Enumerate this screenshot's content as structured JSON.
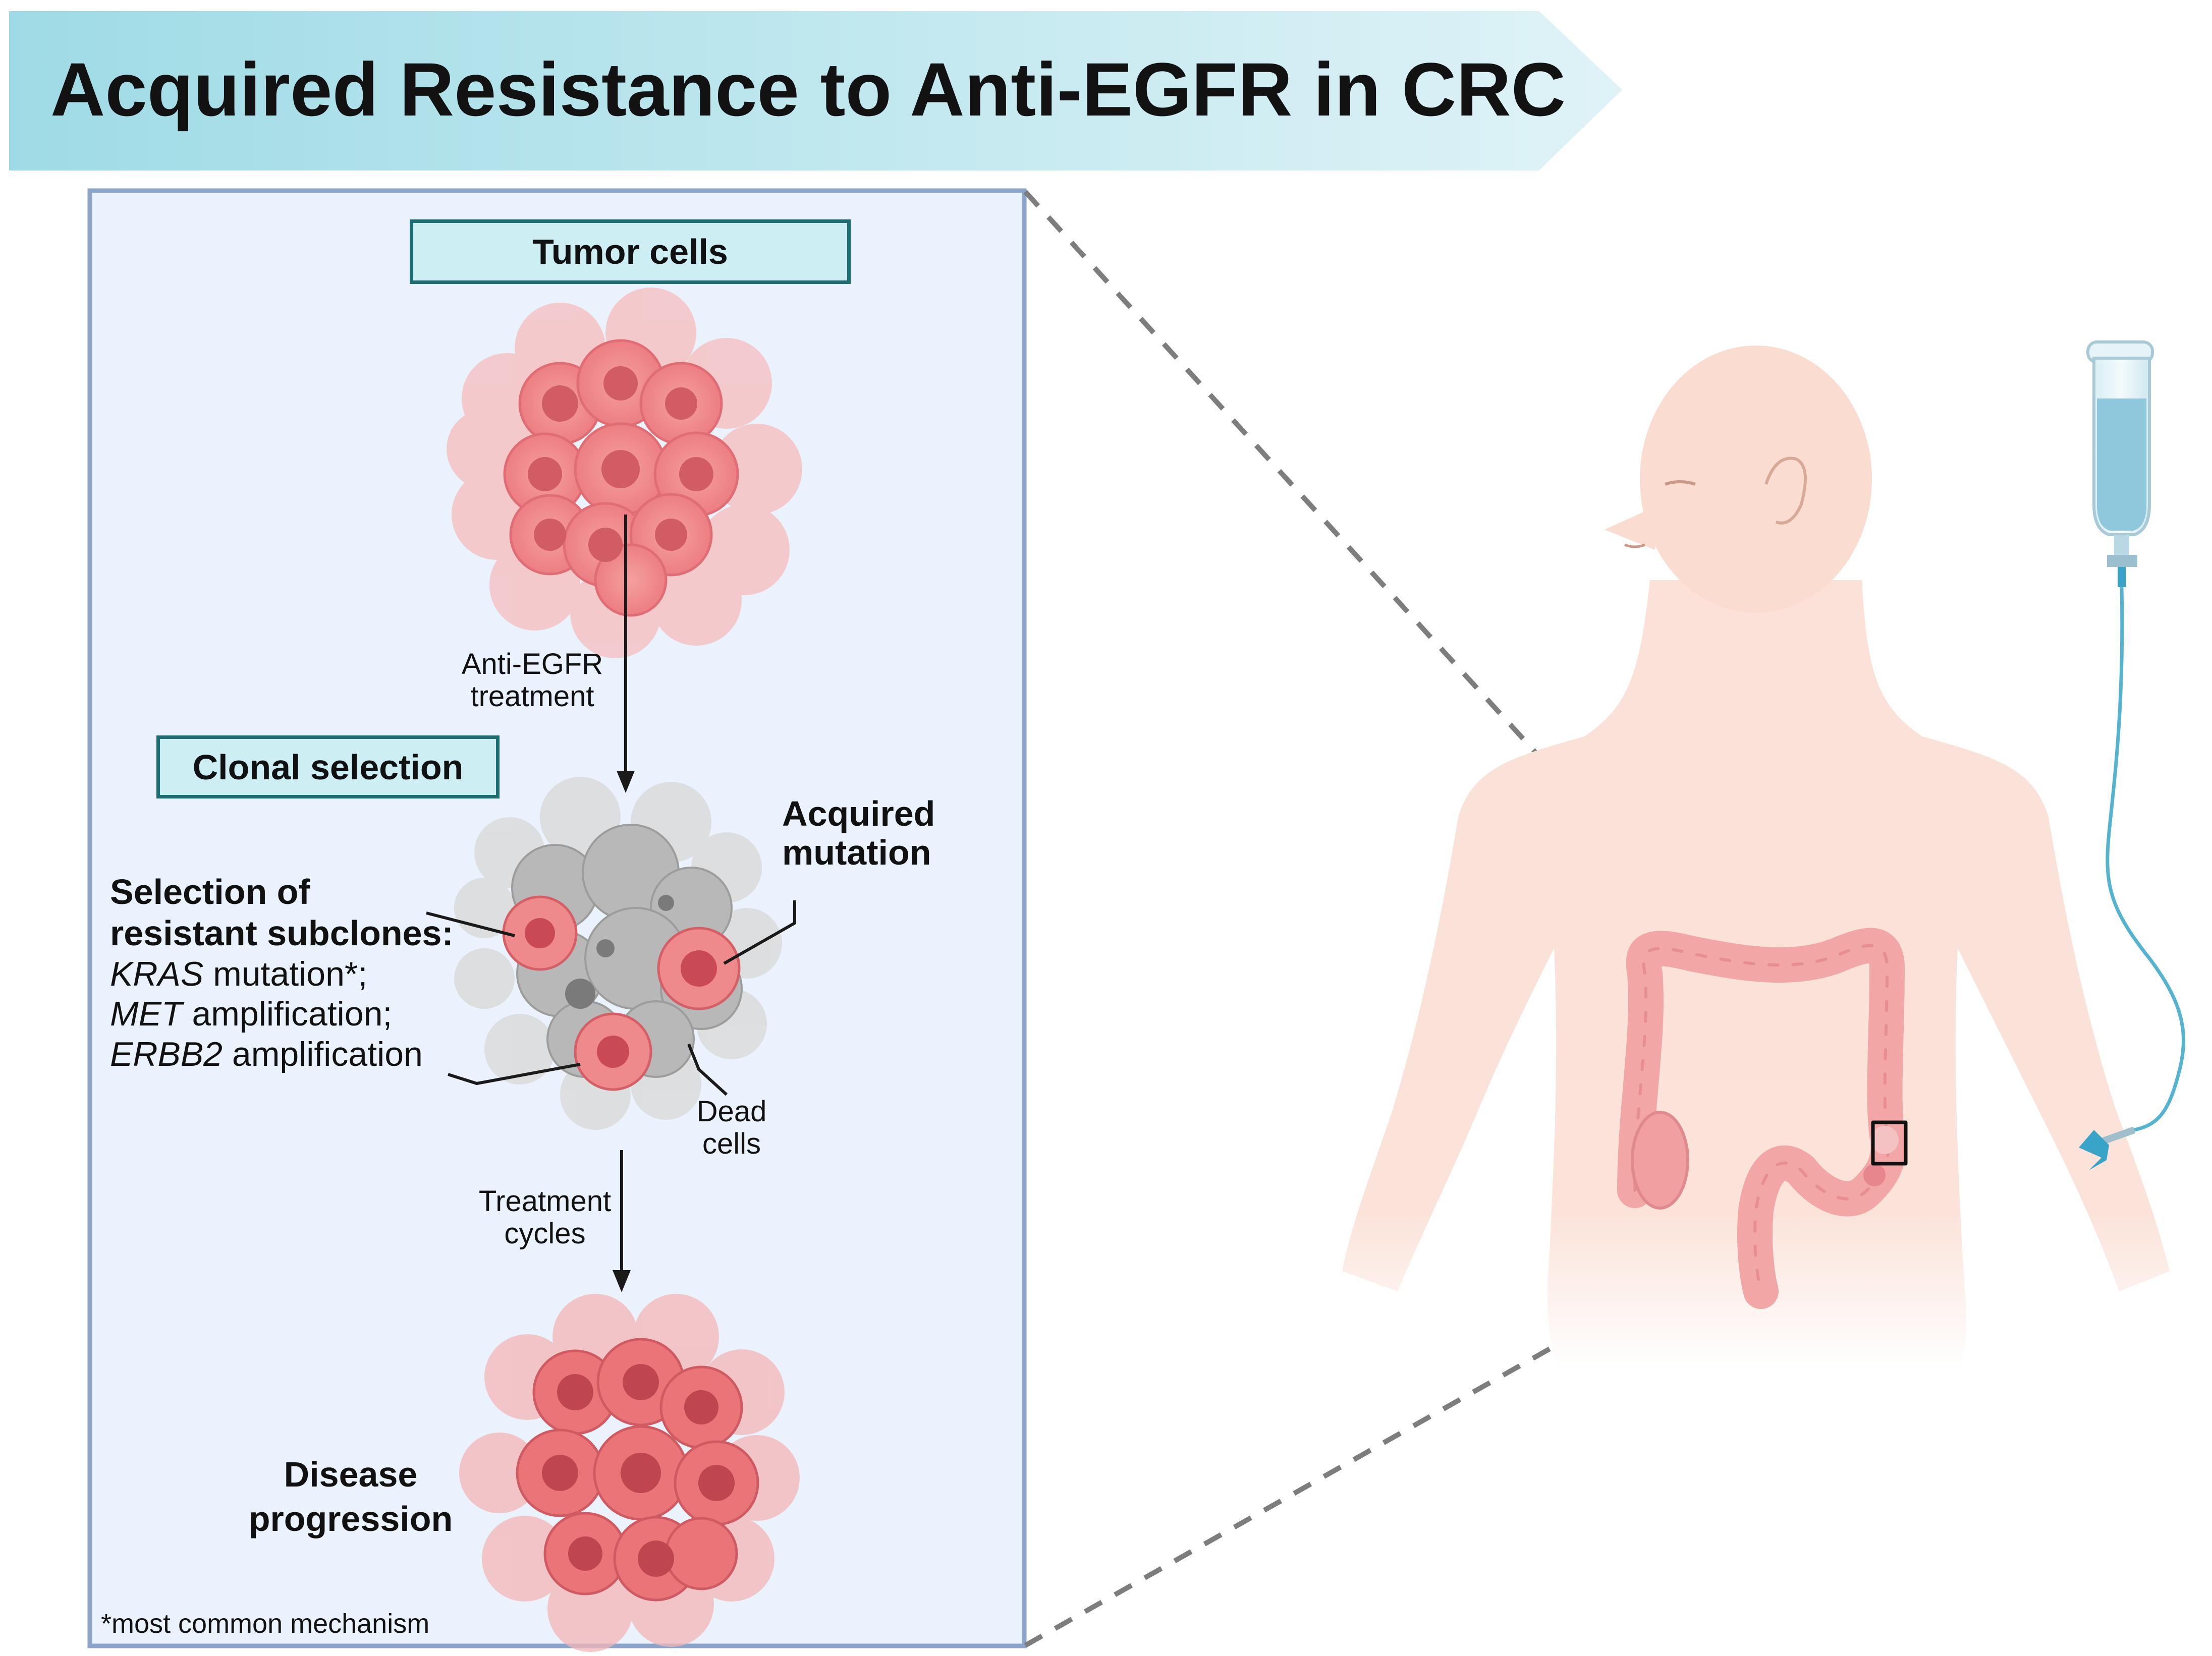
{
  "title": "Acquired Resistance to Anti-EGFR in CRC",
  "labels": {
    "tumor_cells": "Tumor cells",
    "clonal_selection": "Clonal selection",
    "anti_egfr_line1": "Anti-EGFR",
    "anti_egfr_line2": "treatment",
    "acquired_line1": "Acquired",
    "acquired_line2": "mutation",
    "selection_line1": "Selection of",
    "selection_line2": "resistant subclones:",
    "kras_gene": "KRAS",
    "kras_text": " mutation*;",
    "met_gene": "MET",
    "met_text": " amplification;",
    "erbb2_gene": "ERBB2",
    "erbb2_text": " amplification",
    "dead_line1": "Dead",
    "dead_line2": "cells",
    "treatment_line1": "Treatment",
    "treatment_line2": "cycles",
    "disease_line1": "Disease",
    "disease_line2": "progression",
    "footnote": "*most common mechanism"
  },
  "colors": {
    "banner": "#bfe6ee",
    "panel_bg": "#eaf3fd",
    "panel_border": "#8aa4cc",
    "box_fill": "#cdeef3",
    "box_border": "#1d6e72",
    "tumor": "#f08c8c",
    "tumor_nucleus": "#d25c64",
    "dead_cell": "#c4c4c4",
    "skin": "#fbe0d6",
    "colon": "#f2a9a9",
    "iv_fluid": "#8fc7dc"
  },
  "icons": [
    "tumor-cell-cluster-icon",
    "dead-cell-cluster-icon",
    "human-torso-icon",
    "colon-icon",
    "iv-bag-icon",
    "catheter-icon"
  ]
}
